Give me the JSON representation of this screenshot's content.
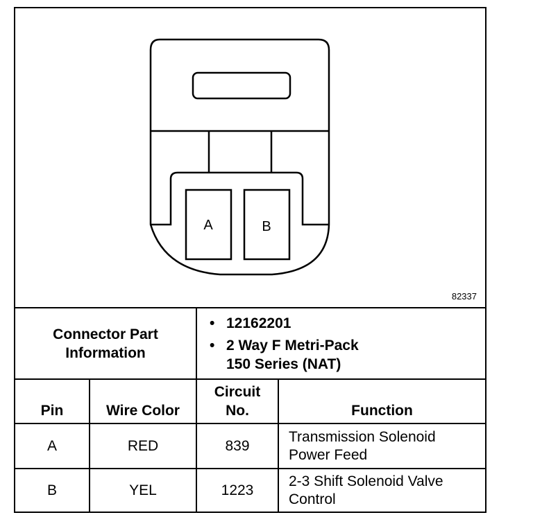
{
  "diagram": {
    "figure_id": "82337",
    "pins": [
      {
        "label": "A"
      },
      {
        "label": "B"
      }
    ]
  },
  "part_info": {
    "label_line1": "Connector Part",
    "label_line2": "Information",
    "items": [
      {
        "bullet": "•",
        "line1": "12162201",
        "line2": ""
      },
      {
        "bullet": "•",
        "line1": "2 Way F Metri-Pack",
        "line2": "150 Series (NAT)"
      }
    ]
  },
  "table": {
    "headers": {
      "pin": "Pin",
      "wire_color": "Wire Color",
      "circuit_line1": "Circuit",
      "circuit_line2": "No.",
      "function": "Function"
    },
    "rows": [
      {
        "pin": "A",
        "wire_color": "RED",
        "circuit": "839",
        "function_line1": "Transmission Solenoid",
        "function_line2": "Power Feed"
      },
      {
        "pin": "B",
        "wire_color": "YEL",
        "circuit": "1223",
        "function_line1": "2-3 Shift Solenoid Valve",
        "function_line2": "Control"
      }
    ]
  }
}
